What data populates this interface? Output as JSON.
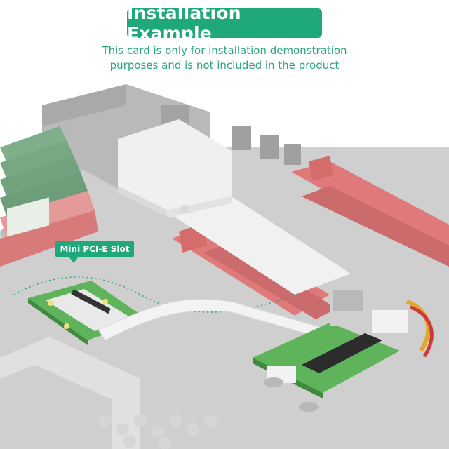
{
  "header": {
    "title": "Installation Example",
    "subtitle_line1": "This card is only for installation demonstration",
    "subtitle_line2": "purposes and is not included in the product"
  },
  "callout": {
    "label": "Mini PCI-E Slot"
  },
  "colors": {
    "accent": "#1fa97a",
    "subtitle_text": "#2aa67d",
    "board_gray": "#c9c9c9",
    "slot_red": "#e07a7a",
    "pcb_green": "#5fb35a",
    "cable_white": "#f4f4f4"
  }
}
